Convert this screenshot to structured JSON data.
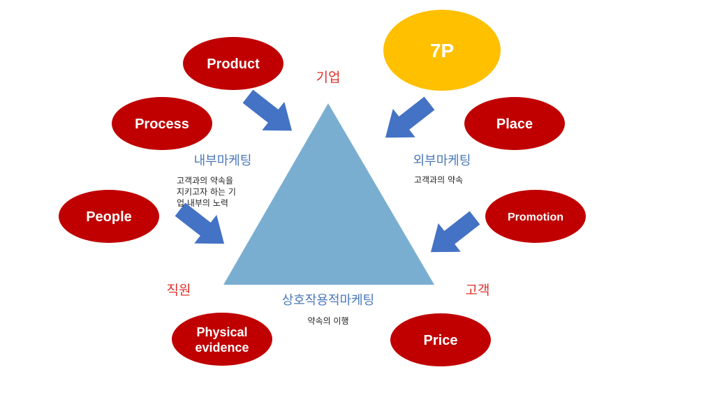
{
  "center": {
    "label": "7P",
    "color": "#ffc000",
    "text_color": "#ffffff"
  },
  "elements": {
    "product": "Product",
    "process": "Process",
    "people": "People",
    "physical_line1": "Physical",
    "physical_line2": "evidence",
    "place": "Place",
    "promotion": "Promotion",
    "price": "Price"
  },
  "corners": {
    "company": "기업",
    "employee": "직원",
    "customer": "고객"
  },
  "marketing": {
    "internal": {
      "title": "내부마케팅",
      "desc_lines": [
        "고객과의 약속을",
        "지키고자 하는 기",
        "업 내부의 노력"
      ]
    },
    "external": {
      "title": "외부마케팅",
      "desc": "고객과의 약속"
    },
    "interactive": {
      "title": "상호작용적마케팅",
      "desc": "약속의 이행"
    }
  },
  "colors": {
    "ellipse_fill": "#c00000",
    "triangle": "#7aaed1",
    "arrow": "#4472c4",
    "corner_label": "#e0302a",
    "marketing_label": "#4a78b8"
  }
}
